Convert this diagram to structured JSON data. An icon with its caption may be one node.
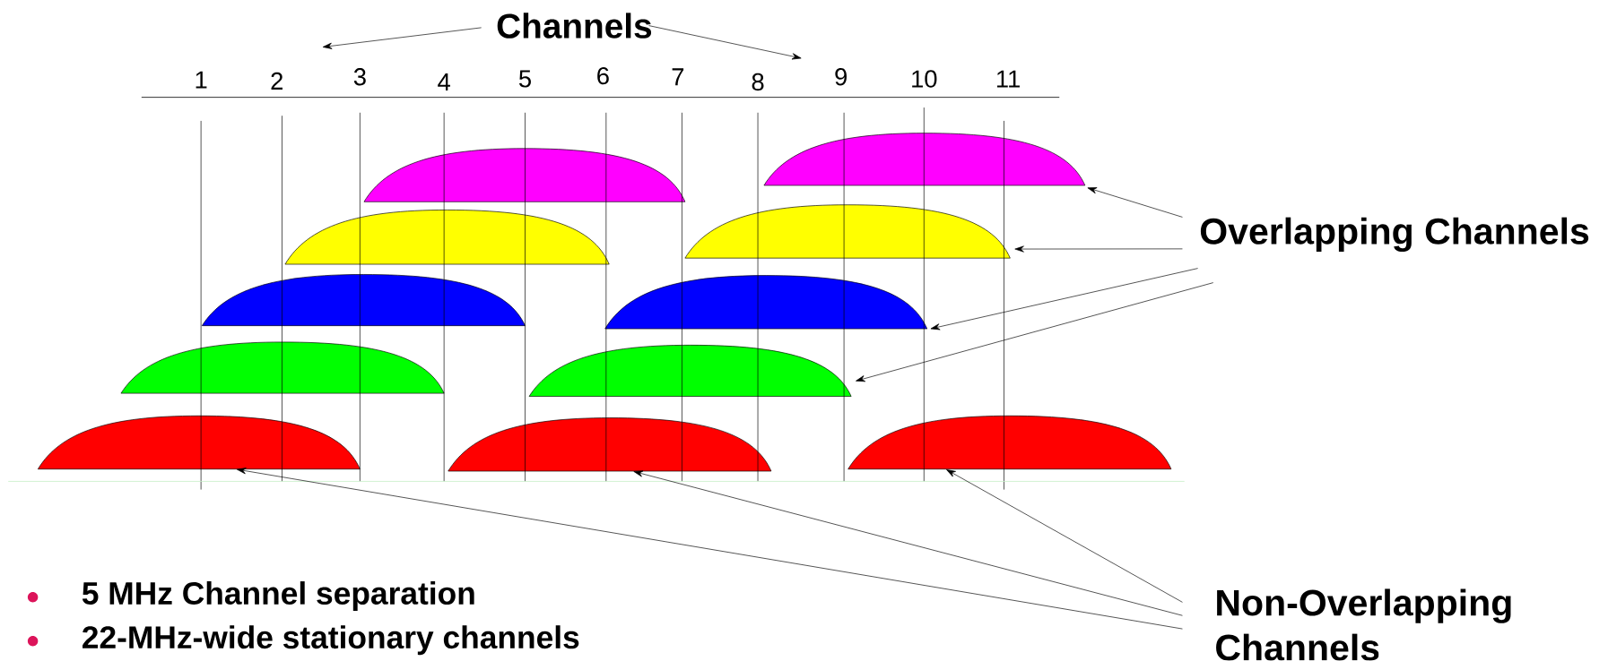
{
  "diagram": {
    "nodes": [
      {
        "text": [
          "Channels"
        ]
      },
      {
        "text": [
          "Overlapping Channels"
        ]
      },
      {
        "text": [
          "Non-Overlapping Channels"
        ]
      },
      {
        "text": [],
        "shape": "arc"
      },
      {
        "text": [],
        "shape": "arc"
      },
      {
        "text": [],
        "shape": "arc"
      },
      {
        "text": [],
        "shape": "arc"
      },
      {
        "text": [],
        "shape": "arc"
      },
      {
        "text": [],
        "shape": "arc"
      },
      {
        "text": [],
        "shape": "arc"
      },
      {
        "text": [],
        "shape": "arc"
      },
      {
        "text": [],
        "shape": "arc"
      },
      {
        "text": [],
        "shape": "arc"
      },
      {
        "text": [],
        "shape": "arc"
      }
    ],
    "edges": [
      {
        "from": 0,
        "to": null,
        "arrow": "to"
      },
      {
        "from": 0,
        "to": null,
        "arrow": "to"
      },
      {
        "from": 1,
        "to": 4,
        "arrow": "to"
      },
      {
        "from": 1,
        "to": 6,
        "arrow": "to"
      },
      {
        "from": 1,
        "to": 8,
        "arrow": "to"
      },
      {
        "from": 1,
        "to": 10,
        "arrow": "to"
      },
      {
        "from": 2,
        "to": 13,
        "arrow": "to"
      },
      {
        "from": 2,
        "to": 12,
        "arrow": "to"
      },
      {
        "from": 2,
        "to": 11,
        "arrow": "to"
      }
    ],
    "labels": [
      "1",
      "2",
      "3",
      "4",
      "5",
      "6",
      "7",
      "8",
      "9",
      "10",
      "11",
      "5 MHz Channel separation",
      "22-MHz-wide stationary channels"
    ]
  }
}
